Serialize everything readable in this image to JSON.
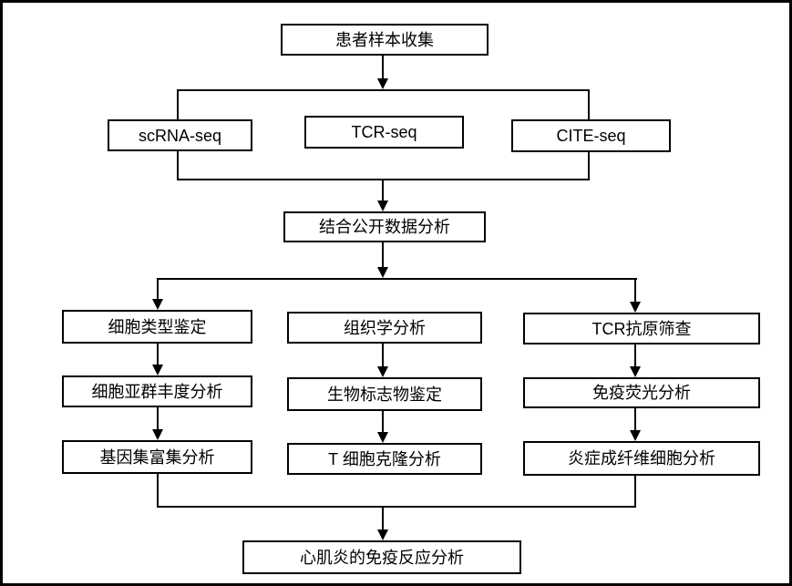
{
  "flowchart": {
    "patient_label": "患者样本收集",
    "seq": [
      {
        "label": "scRNA-seq"
      },
      {
        "label": "TCR-seq"
      },
      {
        "label": "CITE-seq"
      }
    ],
    "combine_label": "结合公开数据分析",
    "columns": [
      {
        "steps": [
          "细胞类型鉴定",
          "细胞亚群丰度分析",
          "基因集富集分析"
        ]
      },
      {
        "steps": [
          "组织学分析",
          "生物标志物鉴定",
          "T 细胞克隆分析"
        ]
      },
      {
        "steps": [
          "TCR抗原筛查",
          "免疫荧光分析",
          "炎症成纤维细胞分析"
        ]
      }
    ],
    "final_label": "心肌炎的免疫反应分析",
    "colors": {
      "line": "#000000",
      "box_border": "#000000",
      "background": "#ffffff",
      "text": "#000000"
    }
  }
}
